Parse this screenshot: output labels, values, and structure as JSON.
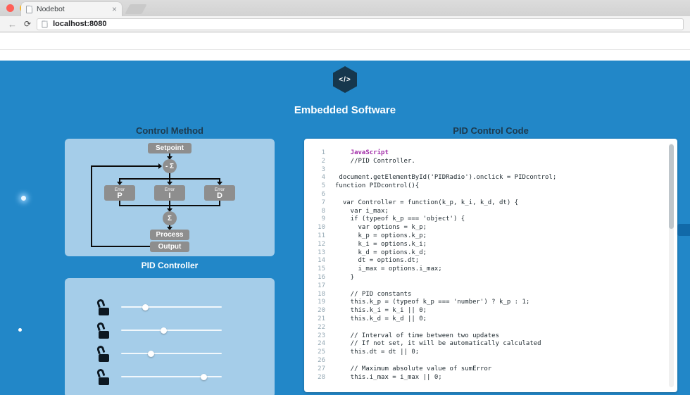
{
  "browser": {
    "tab_title": "Nodebot",
    "tab_close": "×",
    "back_glyph": "←",
    "reload_glyph": "⟳",
    "url": "localhost:8080"
  },
  "hero": {
    "logo_glyph": "</>",
    "title": "Embedded Software"
  },
  "control": {
    "section_title": "Control Method",
    "caption": "PID Controller",
    "diagram": {
      "setpoint": "Setpoint",
      "sum_top": "- Σ",
      "sum_bottom": "Σ",
      "error_label": "Error",
      "blocks": [
        "P",
        "I",
        "D"
      ],
      "process": "Process",
      "output": "Output"
    },
    "sliders": [
      {
        "percent": 24
      },
      {
        "percent": 42
      },
      {
        "percent": 30
      },
      {
        "percent": 82
      }
    ]
  },
  "code_panel": {
    "section_title": "PID Control Code",
    "lines": [
      {
        "n": 1,
        "text": "    JavaScript",
        "cls": "kw"
      },
      {
        "n": 2,
        "text": "    //PID Controller."
      },
      {
        "n": 3,
        "text": ""
      },
      {
        "n": 4,
        "text": " document.getElementById('PIDRadio').onclick = PIDcontrol;"
      },
      {
        "n": 5,
        "text": "function PIDcontrol(){"
      },
      {
        "n": 6,
        "text": ""
      },
      {
        "n": 7,
        "text": "  var Controller = function(k_p, k_i, k_d, dt) {"
      },
      {
        "n": 8,
        "text": "    var i_max;"
      },
      {
        "n": 9,
        "text": "    if (typeof k_p === 'object') {"
      },
      {
        "n": 10,
        "text": "      var options = k_p;"
      },
      {
        "n": 11,
        "text": "      k_p = options.k_p;"
      },
      {
        "n": 12,
        "text": "      k_i = options.k_i;"
      },
      {
        "n": 13,
        "text": "      k_d = options.k_d;"
      },
      {
        "n": 14,
        "text": "      dt = options.dt;"
      },
      {
        "n": 15,
        "text": "      i_max = options.i_max;"
      },
      {
        "n": 16,
        "text": "    }"
      },
      {
        "n": 17,
        "text": ""
      },
      {
        "n": 18,
        "text": "    // PID constants"
      },
      {
        "n": 19,
        "text": "    this.k_p = (typeof k_p === 'number') ? k_p : 1;"
      },
      {
        "n": 20,
        "text": "    this.k_i = k_i || 0;"
      },
      {
        "n": 21,
        "text": "    this.k_d = k_d || 0;"
      },
      {
        "n": 22,
        "text": ""
      },
      {
        "n": 23,
        "text": "    // Interval of time between two updates"
      },
      {
        "n": 24,
        "text": "    // If not set, it will be automatically calculated"
      },
      {
        "n": 25,
        "text": "    this.dt = dt || 0;"
      },
      {
        "n": 26,
        "text": ""
      },
      {
        "n": 27,
        "text": "    // Maximum absolute value of sumError"
      },
      {
        "n": 28,
        "text": "    this.i_max = i_max || 0;"
      }
    ]
  },
  "colors": {
    "page_blue": "#2287c8",
    "panel_blue": "#a5cde9",
    "block_gray": "#8e8e8e",
    "heading_dark": "#1d3a4e",
    "keyword_purple": "#a12ca8",
    "edge_tab_blue": "#1169a8"
  }
}
